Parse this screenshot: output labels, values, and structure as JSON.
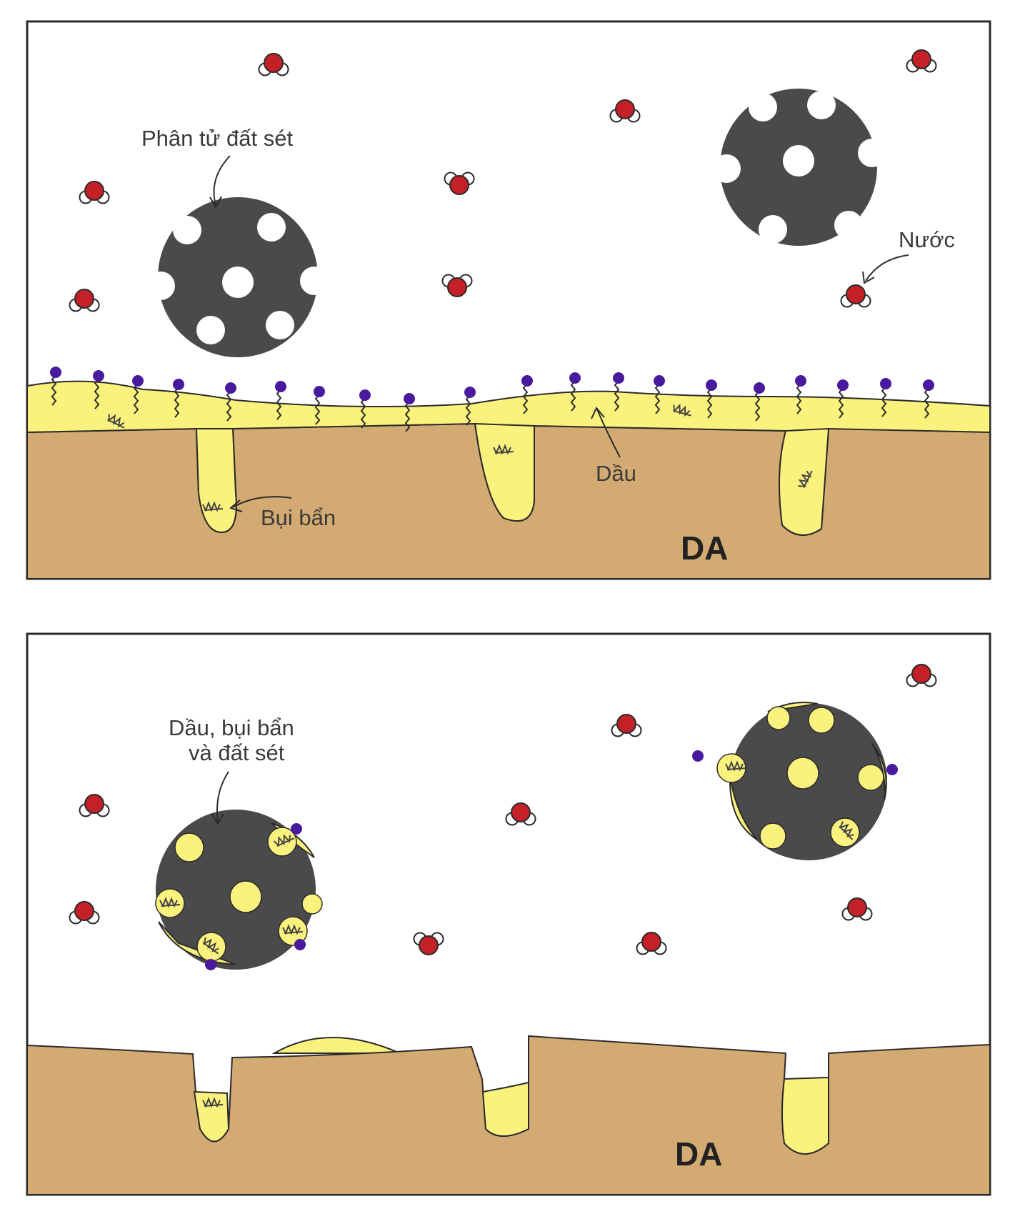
{
  "colors": {
    "skin": "#d2aa72",
    "oil": "#fbf27d",
    "clay": "#4a4a4a",
    "water_oxygen": "#c42027",
    "water_hydrogen": "#ffffff",
    "surfactant_head": "#4a1a9e",
    "outline": "#2b2b2b"
  },
  "icons": [
    "water-molecule-icon",
    "clay-particle-icon",
    "surfactant-icon",
    "dirt-particle-icon"
  ],
  "panel_before": {
    "label_clay": "Phân tử đất sét",
    "label_water": "Nước",
    "label_oil": "Dầu",
    "label_dirt": "Bụi bẩn",
    "label_skin": "DA"
  },
  "panel_after": {
    "label_combined_line1": "Dầu, bụi bẩn",
    "label_combined_line2": "và đất sét",
    "label_skin": "DA"
  }
}
